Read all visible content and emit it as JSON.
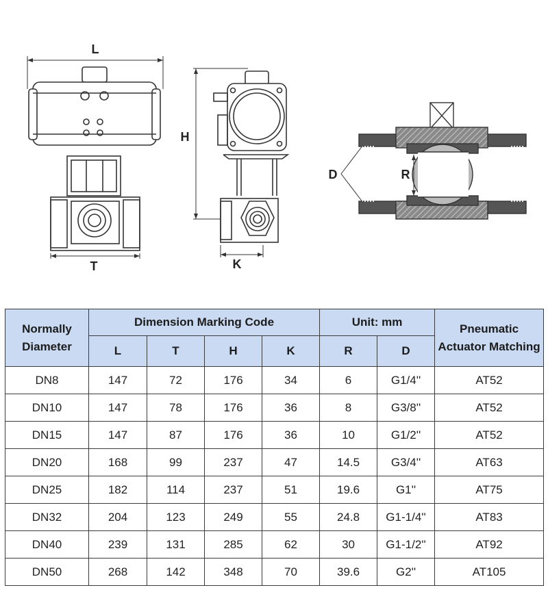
{
  "drawing_labels": {
    "L": "L",
    "T": "T",
    "H": "H",
    "K": "K",
    "D": "D",
    "R": "R"
  },
  "table": {
    "corner_header": "Normally Diameter",
    "group_header": "Dimension Marking Code",
    "unit_header": "Unit: mm",
    "actuator_header": "Pneumatic Actuator Matching",
    "columns": [
      "L",
      "T",
      "H",
      "K",
      "R",
      "D"
    ],
    "rows": [
      [
        "DN8",
        "147",
        "72",
        "176",
        "34",
        "6",
        "G1/4''",
        "AT52"
      ],
      [
        "DN10",
        "147",
        "78",
        "176",
        "36",
        "8",
        "G3/8''",
        "AT52"
      ],
      [
        "DN15",
        "147",
        "87",
        "176",
        "36",
        "10",
        "G1/2''",
        "AT52"
      ],
      [
        "DN20",
        "168",
        "99",
        "237",
        "47",
        "14.5",
        "G3/4''",
        "AT63"
      ],
      [
        "DN25",
        "182",
        "114",
        "237",
        "51",
        "19.6",
        "G1''",
        "AT75"
      ],
      [
        "DN32",
        "204",
        "123",
        "249",
        "55",
        "24.8",
        "G1-1/4''",
        "AT83"
      ],
      [
        "DN40",
        "239",
        "131",
        "285",
        "62",
        "30",
        "G1-1/2''",
        "AT92"
      ],
      [
        "DN50",
        "268",
        "142",
        "348",
        "70",
        "39.6",
        "G2''",
        "AT105"
      ]
    ]
  },
  "colors": {
    "header_fill": "#c9daf2",
    "line": "#333333",
    "section_fill": "#555555"
  }
}
